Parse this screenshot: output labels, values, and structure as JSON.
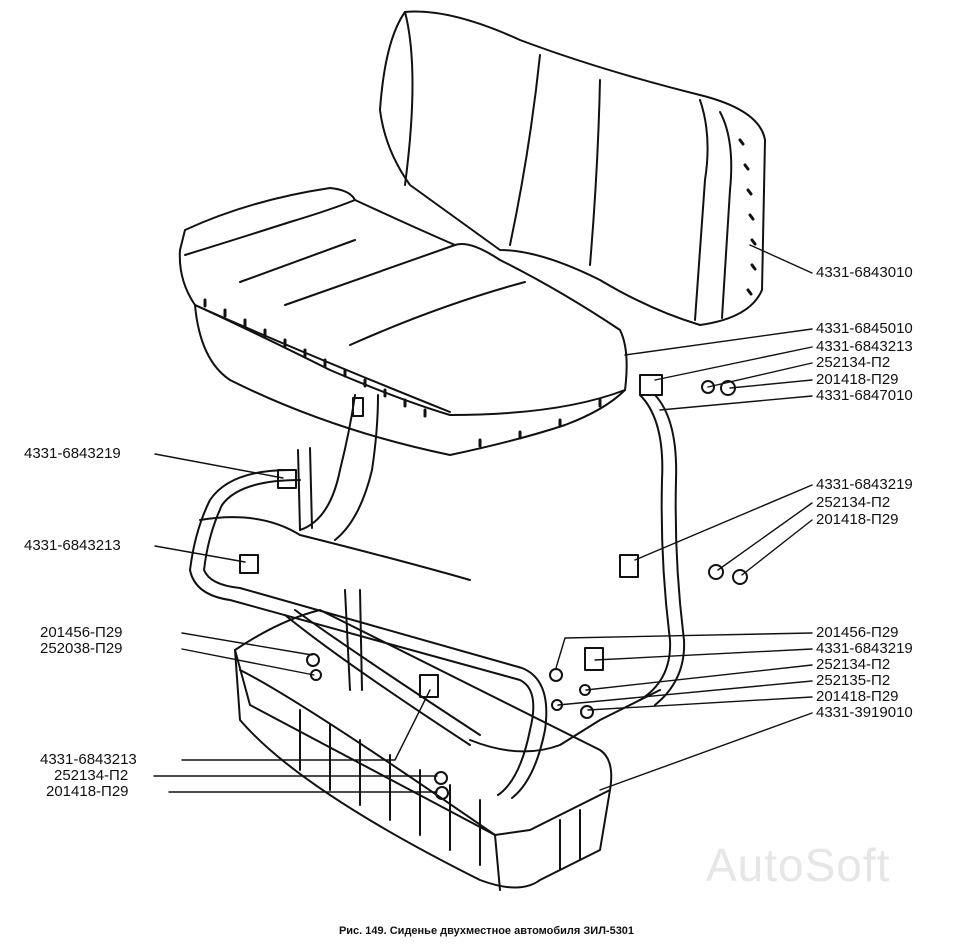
{
  "labels": {
    "right": [
      "4331-6843010",
      "4331-6845010",
      "4331-6843213",
      "252134-П2",
      "201418-П29",
      "4331-6847010",
      "4331-6843219",
      "252134-П2",
      "201418-П29",
      "201456-П29",
      "4331-6843219",
      "252134-П2",
      "252135-П2",
      "201418-П29",
      "4331-3919010"
    ],
    "left": [
      "4331-6843219",
      "4331-6843213",
      "201456-П29",
      "252038-П29",
      "4331-6843213",
      "252134-П2",
      "201418-П29"
    ]
  },
  "caption": "Рис. 149. Сиденье двухместное автомобиля ЗИЛ-5301",
  "watermark": "AutoSoft"
}
